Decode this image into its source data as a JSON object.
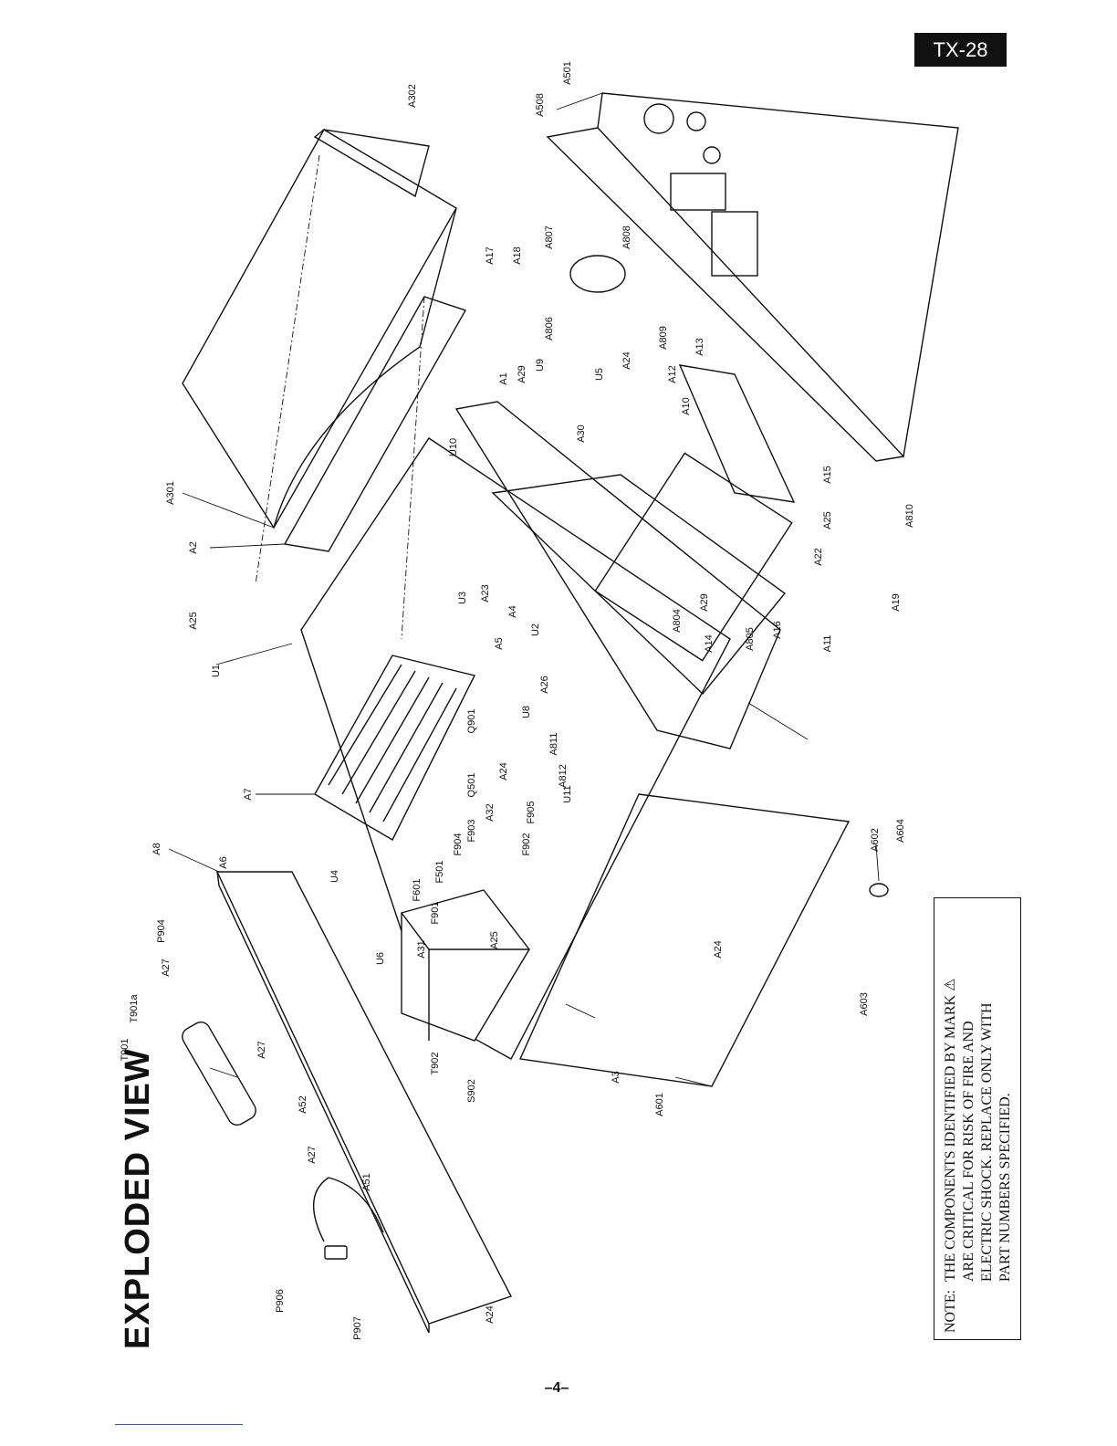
{
  "header": {
    "model_badge": "TX-28"
  },
  "title": "EXPLODED VIEW",
  "note": {
    "label": "NOTE:",
    "lines": [
      "THE COMPONENTS IDENTIFIED BY MARK ⚠",
      "ARE CRITICAL FOR RISK OF FIRE AND",
      "ELECTRIC SHOCK. REPLACE ONLY WITH",
      "PART NUMBERS SPECIFIED."
    ]
  },
  "page_number": "–4–",
  "callouts": [
    "A302",
    "A501",
    "A508",
    "A301",
    "A2",
    "A17",
    "A18",
    "A807",
    "A808",
    "A806",
    "A809",
    "A1",
    "A29",
    "U9",
    "U5",
    "A24",
    "A13",
    "A12",
    "A10",
    "A30",
    "U10",
    "A25",
    "A15",
    "A810",
    "A22",
    "A19",
    "A11",
    "A16",
    "A805",
    "A14",
    "A804",
    "A29",
    "U3",
    "A23",
    "A4",
    "U2",
    "A5",
    "A26",
    "A25",
    "U1",
    "A7",
    "Q501",
    "Q901",
    "A24",
    "U8",
    "A811",
    "A812",
    "A32",
    "F905",
    "F902",
    "F903",
    "F904",
    "U11",
    "A8",
    "P904",
    "A6",
    "U4",
    "F501",
    "F601",
    "F901",
    "A27",
    "T901a",
    "A31",
    "A25",
    "A602",
    "A604",
    "A24",
    "T901",
    "A27",
    "U6",
    "T902",
    "A603",
    "A3",
    "A52",
    "S902",
    "A601",
    "A27",
    "A51",
    "P906",
    "P907",
    "A24"
  ]
}
